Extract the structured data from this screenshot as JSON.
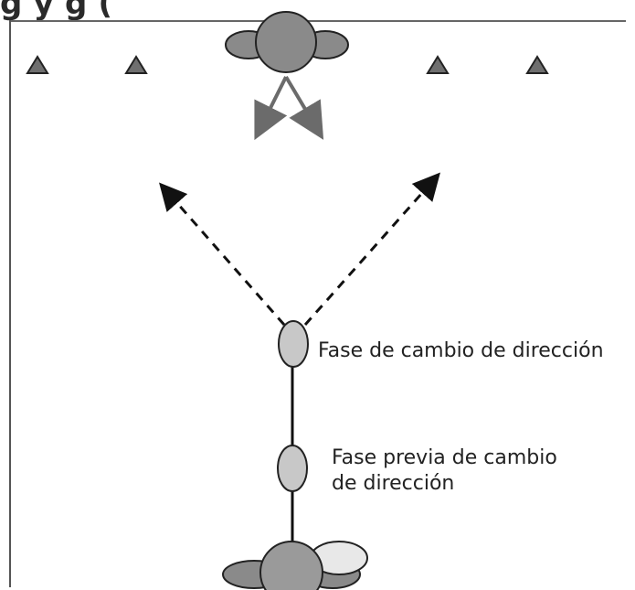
{
  "header": {
    "title_fragment": "g        y                             g              ("
  },
  "labels": {
    "change_phase": "Fase de cambio de dirección",
    "pre_change_line1": "Fase previa de cambio",
    "pre_change_line2": "de dirección"
  },
  "colors": {
    "cone": "#6f6f6f",
    "player_dark": "#8a8a8a",
    "player_light": "#c8c8c8",
    "line": "#111111",
    "arrow_dashed": "#111111",
    "arrow_gray": "#6b6b6b"
  },
  "icons": {
    "cones": "triangle-cone-icon",
    "defender": "defender-player-icon",
    "runner": "runner-player-icon"
  }
}
